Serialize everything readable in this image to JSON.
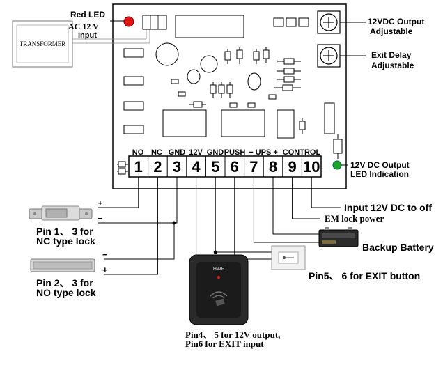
{
  "labels": {
    "red_led": "Red LED",
    "ac_input_line1": "AC 12 V",
    "ac_input_line2": "Input",
    "transformer": "TRANSFORMER",
    "output_adj_line1": "12VDC Output",
    "output_adj_line2": "Adjustable",
    "exit_delay_line1": "Exit Delay",
    "exit_delay_line2": "Adjustable",
    "led_ind_line1": "12V DC Output",
    "led_ind_line2": "LED Indication",
    "input_off": "Input 12V DC to off",
    "em_power": "EM lock power",
    "backup_battery": "Backup Battery",
    "exit_button": "Pin5、 6 for EXIT button",
    "nc_lock_line1": "Pin 1、 3 for",
    "nc_lock_line2": "NC type lock",
    "no_lock_line1": "Pin 2、 3 for",
    "no_lock_line2": "NO type lock",
    "reader_line1": "Pin4、 5 for 12V output,",
    "reader_line2": "Pin6 for EXIT input",
    "plus": "+",
    "minus": "−",
    "reader_brand": "HWP"
  },
  "terminals": {
    "group_labels": [
      "NO",
      "NC",
      "GND",
      "12V",
      "GND",
      "PUSH",
      "− UPS +",
      "CONTROL"
    ],
    "pins": [
      "1",
      "2",
      "3",
      "4",
      "5",
      "6",
      "7",
      "8",
      "9",
      "10"
    ]
  },
  "colors": {
    "red_led": "#e01515",
    "green_led": "#1aa52a",
    "line": "#000000",
    "board": "#ffffff"
  }
}
